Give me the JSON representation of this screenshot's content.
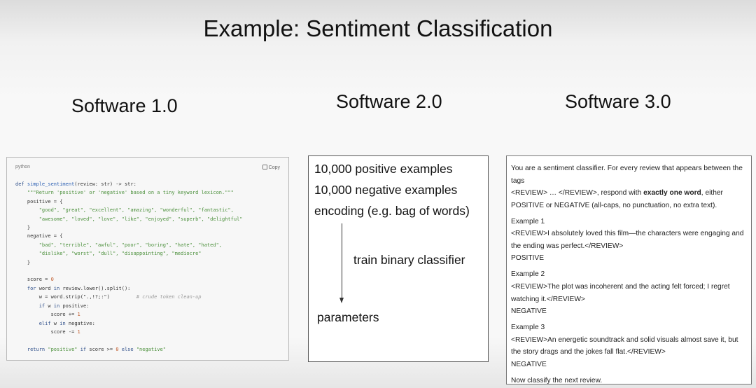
{
  "title": "Example: Sentiment Classification",
  "columns": {
    "software1": {
      "heading": "Software 1.0",
      "code_language": "python",
      "copy_label": "Copy",
      "code_lines": [
        [
          {
            "t": "def ",
            "c": "k"
          },
          {
            "t": "simple_sentiment",
            "c": "f"
          },
          {
            "t": "(review: str) -> str:",
            "c": ""
          }
        ],
        [
          {
            "t": "    \"\"\"Return 'positive' or 'negative' based on a tiny keyword lexicon.\"\"\"",
            "c": "s"
          }
        ],
        [
          {
            "t": "    positive = {",
            "c": ""
          }
        ],
        [
          {
            "t": "        \"good\", \"great\", \"excellent\", \"amazing\", \"wonderful\", \"fantastic\",",
            "c": "s"
          }
        ],
        [
          {
            "t": "        \"awesome\", \"loved\", \"love\", \"like\", \"enjoyed\", \"superb\", \"delightful\"",
            "c": "s"
          }
        ],
        [
          {
            "t": "    }",
            "c": ""
          }
        ],
        [
          {
            "t": "    negative = {",
            "c": ""
          }
        ],
        [
          {
            "t": "        \"bad\", \"terrible\", \"awful\", \"poor\", \"boring\", \"hate\", \"hated\",",
            "c": "s"
          }
        ],
        [
          {
            "t": "        \"dislike\", \"worst\", \"dull\", \"disappointing\", \"mediocre\"",
            "c": "s"
          }
        ],
        [
          {
            "t": "    }",
            "c": ""
          }
        ],
        [
          {
            "t": "",
            "c": ""
          }
        ],
        [
          {
            "t": "    score = ",
            "c": ""
          },
          {
            "t": "0",
            "c": "n"
          }
        ],
        [
          {
            "t": "    for ",
            "c": "k"
          },
          {
            "t": "word ",
            "c": ""
          },
          {
            "t": "in ",
            "c": "k"
          },
          {
            "t": "review.lower().split():",
            "c": ""
          }
        ],
        [
          {
            "t": "        w = word.strip(\".,!?;:\")         ",
            "c": ""
          },
          {
            "t": "# crude token clean-up",
            "c": "c"
          }
        ],
        [
          {
            "t": "        if ",
            "c": "k"
          },
          {
            "t": "w ",
            "c": ""
          },
          {
            "t": "in ",
            "c": "k"
          },
          {
            "t": "positive:",
            "c": ""
          }
        ],
        [
          {
            "t": "            score += ",
            "c": ""
          },
          {
            "t": "1",
            "c": "n"
          }
        ],
        [
          {
            "t": "        elif ",
            "c": "k"
          },
          {
            "t": "w ",
            "c": ""
          },
          {
            "t": "in ",
            "c": "k"
          },
          {
            "t": "negative:",
            "c": ""
          }
        ],
        [
          {
            "t": "            score -= ",
            "c": ""
          },
          {
            "t": "1",
            "c": "n"
          }
        ],
        [
          {
            "t": "",
            "c": ""
          }
        ],
        [
          {
            "t": "    return ",
            "c": "k"
          },
          {
            "t": "\"positive\" ",
            "c": "s"
          },
          {
            "t": "if ",
            "c": "k"
          },
          {
            "t": "score >= ",
            "c": ""
          },
          {
            "t": "0 ",
            "c": "n"
          },
          {
            "t": "else ",
            "c": "k"
          },
          {
            "t": "\"negative\"",
            "c": "s"
          }
        ]
      ]
    },
    "software2": {
      "heading": "Software 2.0",
      "line1": "10,000 positive examples",
      "line2": "10,000 negative examples",
      "line3": "encoding (e.g. bag of words)",
      "step_label": "train binary classifier",
      "result": "parameters"
    },
    "software3": {
      "heading": "Software 3.0",
      "prompt_lines": [
        [
          {
            "t": "You are a sentiment classifier. For every review that appears between the"
          }
        ],
        [
          {
            "t": "tags"
          }
        ],
        [
          {
            "t": "<REVIEW> … </REVIEW>, respond with "
          },
          {
            "t": "exactly one word",
            "b": true
          },
          {
            "t": ", either"
          }
        ],
        [
          {
            "t": "POSITIVE or NEGATIVE (all-caps, no punctuation, no extra text)."
          }
        ],
        [
          {
            "t": "Example 1"
          }
        ],
        [
          {
            "t": "<REVIEW>I absolutely loved this film—the characters were engaging and"
          }
        ],
        [
          {
            "t": "the ending was perfect.</REVIEW>"
          }
        ],
        [
          {
            "t": "POSITIVE"
          }
        ],
        [
          {
            "t": "Example 2"
          }
        ],
        [
          {
            "t": "<REVIEW>The plot was incoherent and the acting felt forced; I regret"
          }
        ],
        [
          {
            "t": "watching it.</REVIEW>"
          }
        ],
        [
          {
            "t": "NEGATIVE"
          }
        ],
        [
          {
            "t": "Example 3"
          }
        ],
        [
          {
            "t": "<REVIEW>An energetic soundtrack and solid visuals almost save it, but"
          }
        ],
        [
          {
            "t": "the story drags and the jokes fall flat.</REVIEW>"
          }
        ],
        [
          {
            "t": "NEGATIVE"
          }
        ],
        [
          {
            "t": "Now classify the next review."
          }
        ]
      ]
    }
  },
  "colors": {
    "keyword": "#2f4f8a",
    "string": "#4a8f3a",
    "number": "#c05a2a",
    "comment": "#9a9a9a"
  },
  "icons": {
    "copy": "copy-icon",
    "arrow": "down-arrow-icon"
  }
}
